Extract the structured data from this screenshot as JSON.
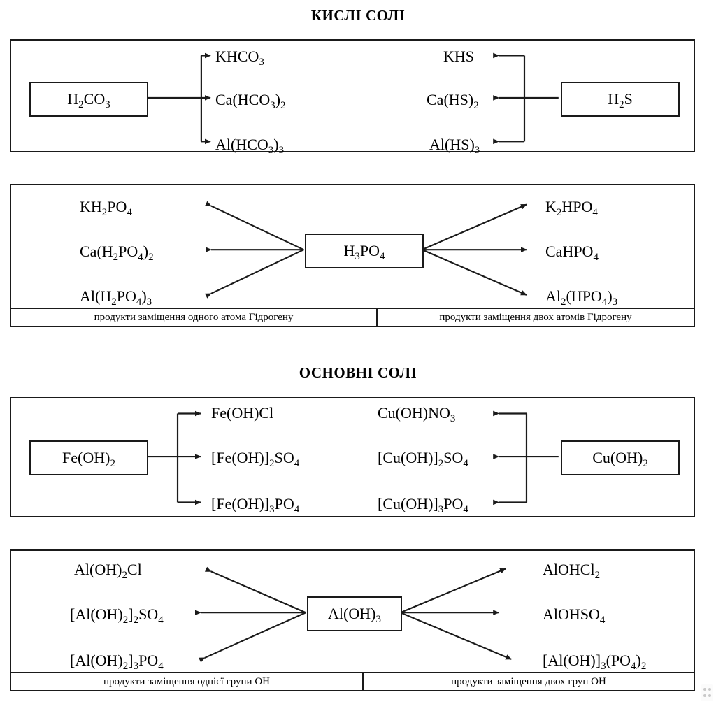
{
  "sections": [
    {
      "id": "acid-salts",
      "title": "КИСЛІ СОЛІ"
    },
    {
      "id": "basic-salts",
      "title": "ОСНОВНІ СОЛІ"
    }
  ],
  "block1": {
    "source_left": "H2CO3",
    "source_right": "H2S",
    "left_products": [
      "KHCO3",
      "Ca(HCO3)2",
      "Al(HCO3)3"
    ],
    "right_products": [
      "KHS",
      "Ca(HS)2",
      "Al(HS)3"
    ]
  },
  "block2": {
    "center": "H3PO4",
    "left_products": [
      "KH2PO4",
      "Ca(H2PO4)2",
      "Al(H2PO4)3"
    ],
    "right_products": [
      "K2HPO4",
      "CaHPO4",
      "Al2(HPO4)3"
    ],
    "caption_left": "продукти заміщення одного атома Гідрогену",
    "caption_right": "продукти заміщення двох атомів Гідрогену"
  },
  "block3": {
    "source_left": "Fe(OH)2",
    "source_right": "Cu(OH)2",
    "left_products": [
      "Fe(OH)Cl",
      "[Fe(OH)]2SO4",
      "[Fe(OH)]3PO4"
    ],
    "right_products": [
      "Cu(OH)NO3",
      "[Cu(OH)]2SO4",
      "[Cu(OH)]3PO4"
    ]
  },
  "block4": {
    "center": "Al(OH)3",
    "left_products": [
      "Al(OH)2Cl",
      "[Al(OH)2]2SO4",
      "[Al(OH)2]3PO4"
    ],
    "right_products": [
      "AlOHCl2",
      "AlOHSO4",
      "[Al(OH)]3(PO4)2"
    ],
    "caption_left": "продукти заміщення однієї групи ОН",
    "caption_right": "продукти заміщення двох груп ОН"
  },
  "colors": {
    "ink": "#1a1a1a",
    "paper": "#ffffff",
    "grip": "#c9c9c9"
  }
}
